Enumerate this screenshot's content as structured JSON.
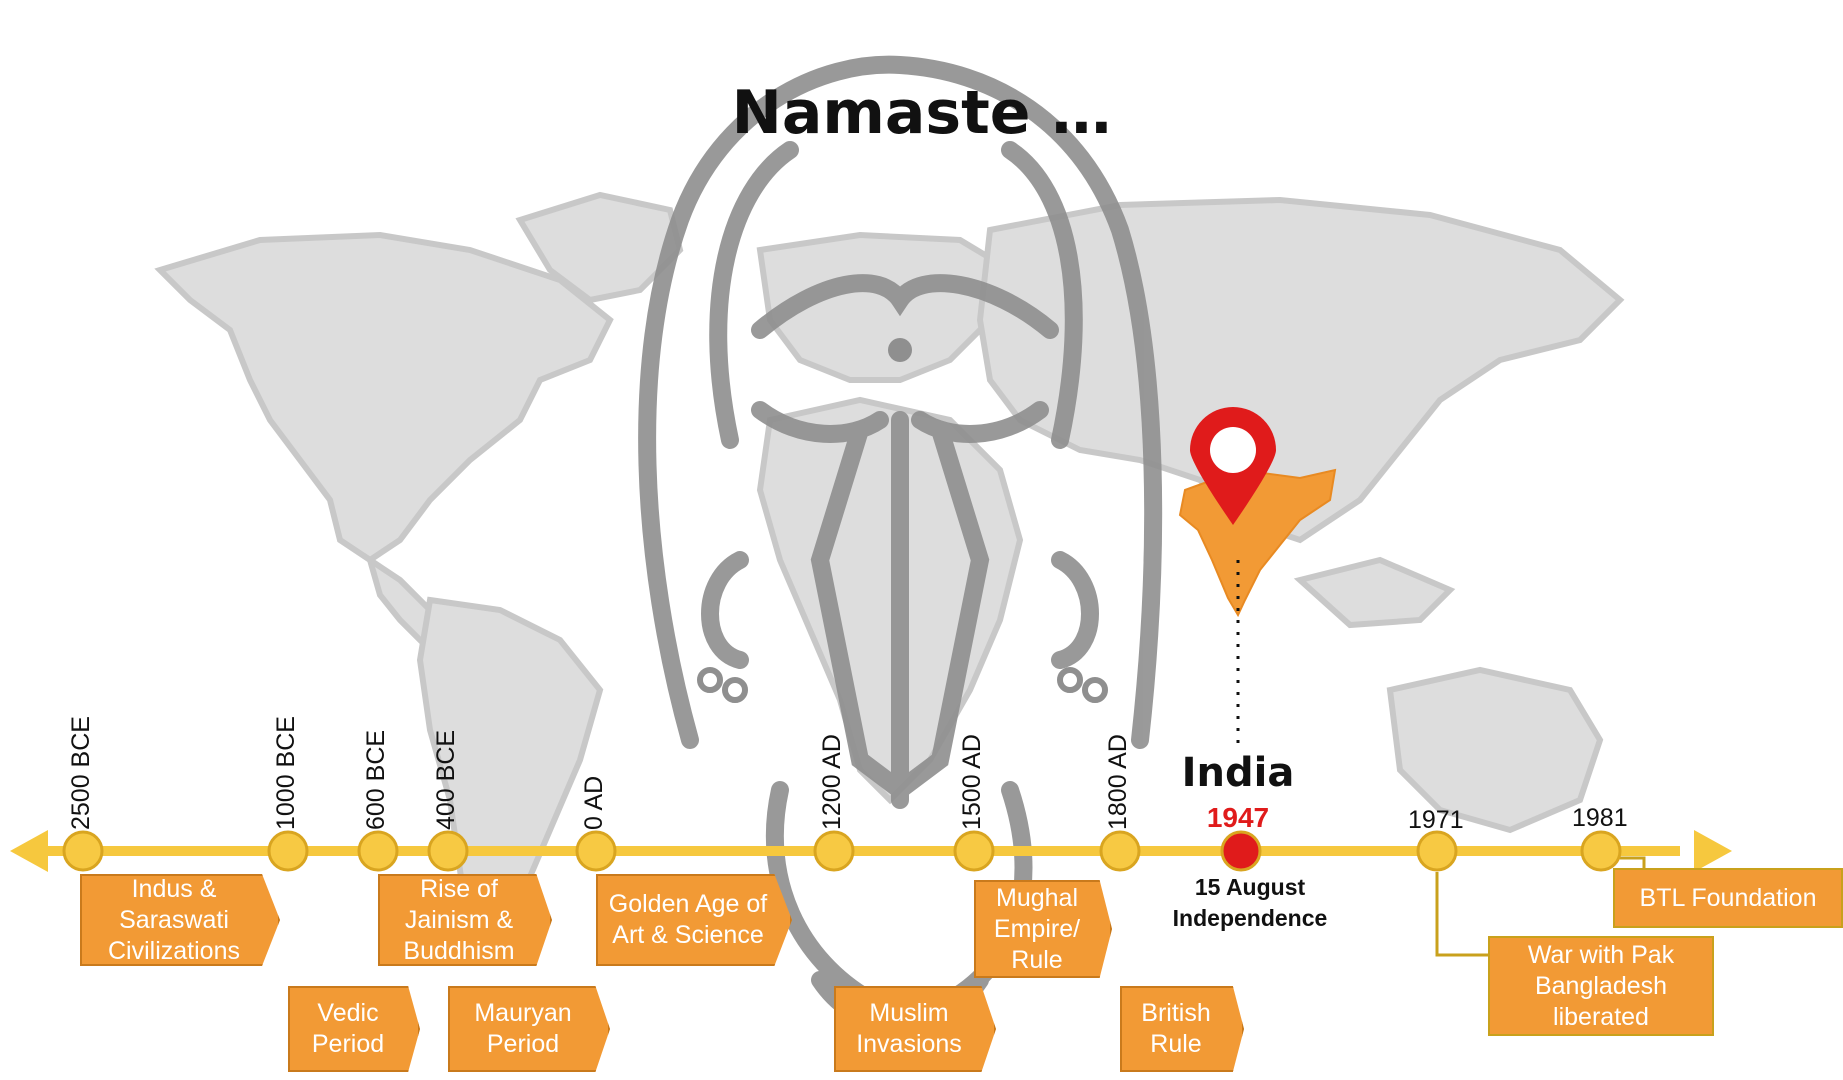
{
  "title": "Namaste …",
  "country": {
    "name": "India",
    "independence_year": "1947",
    "independence_line1": "15 August",
    "independence_line2": "Independence"
  },
  "timeline": {
    "ticks": [
      "2500 BCE",
      "1000 BCE",
      "600 BCE",
      "400 BCE",
      "0 AD",
      "1200 AD",
      "1500 AD",
      "1800 AD"
    ],
    "late_ticks": [
      "1971",
      "1981"
    ],
    "events": [
      {
        "id": "indus",
        "label": "Indus & Saraswati Civilizations"
      },
      {
        "id": "vedic",
        "label": "Vedic Period"
      },
      {
        "id": "jainism",
        "label": "Rise of Jainism & Buddhism"
      },
      {
        "id": "mauryan",
        "label": "Mauryan Period"
      },
      {
        "id": "golden",
        "label": "Golden Age of Art & Science"
      },
      {
        "id": "muslim",
        "label": "Muslim Invasions"
      },
      {
        "id": "mughal",
        "label": "Mughal Empire/ Rule"
      },
      {
        "id": "british",
        "label": "British Rule"
      },
      {
        "id": "war",
        "label": "War with Pak Bangladesh liberated"
      },
      {
        "id": "btl",
        "label": "BTL Foundation"
      }
    ]
  },
  "colors": {
    "timeline": "#f6c83e",
    "marker_fill": "#f7c943",
    "marker_stroke": "#d9a520",
    "event_box": "#f29a35",
    "india_highlight": "#f29a35",
    "pin": "#e01b1b",
    "map": "#d4d4d4",
    "drawing": "#8f8f8f"
  },
  "icons": [
    "location-pin-icon",
    "namaste-figure-illustration",
    "world-map-illustration"
  ]
}
